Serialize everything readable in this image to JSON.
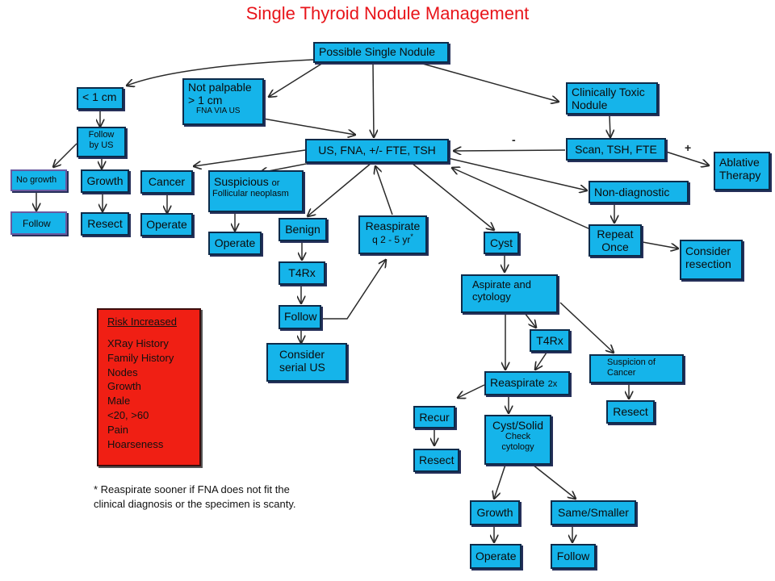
{
  "title": "Single Thyroid Nodule Management",
  "nodes": {
    "possible_single_nodule": "Possible Single Nodule",
    "lt_1cm": "< 1 cm",
    "not_palpable": [
      "Not palpable",
      "> 1 cm",
      "FNA VIA US"
    ],
    "clinically_toxic": [
      "Clinically Toxic",
      "Nodule"
    ],
    "follow_by_us": [
      "Follow",
      "by US"
    ],
    "us_fna": "US, FNA, +/- FTE, TSH",
    "scan_tsh": "Scan, TSH, FTE",
    "ablative": [
      "Ablative",
      "Therapy"
    ],
    "no_growth": "No growth",
    "growth_1": "Growth",
    "cancer": "Cancer",
    "suspicious": [
      "Suspicious",
      "or",
      "Follicular neoplasm"
    ],
    "follow_1": "Follow",
    "resect_1": "Resect",
    "operate_1": "Operate",
    "operate_2": "Operate",
    "benign": "Benign",
    "reaspirate_q2": [
      "Reaspirate",
      "q 2 - 5 yr",
      "*"
    ],
    "non_diagnostic": "Non-diagnostic",
    "repeat_once": [
      "Repeat",
      "Once"
    ],
    "consider_resection": [
      "Consider",
      "resection"
    ],
    "t4rx_1": "T4Rx",
    "cyst": "Cyst",
    "aspirate_cytology": [
      "Aspirate and",
      "cytology"
    ],
    "follow_2": "Follow",
    "consider_serial_us": [
      "Consider",
      "serial US"
    ],
    "t4rx_2": "T4Rx",
    "suspicion_cancer": [
      "Suspicion of",
      "Cancer"
    ],
    "reaspirate_2x": [
      "Reaspirate",
      "2x"
    ],
    "recur": "Recur",
    "resect_2": "Resect",
    "resect_3": "Resect",
    "cyst_solid": [
      "Cyst/Solid",
      "Check",
      "cytology"
    ],
    "growth_2": "Growth",
    "same_smaller": "Same/Smaller",
    "operate_3": "Operate",
    "follow_3": "Follow"
  },
  "signs": {
    "minus": "-",
    "plus": "+"
  },
  "risk": {
    "title": "Risk Increased",
    "items": [
      "XRay History",
      "Family History",
      "Nodes",
      "Growth",
      "Male",
      "<20, >60",
      "Pain",
      "Hoarseness"
    ]
  },
  "footnote": [
    "* Reaspirate sooner if FNA does not fit the",
    "clinical diagnosis or the specimen is scanty."
  ],
  "colors": {
    "box": "#15b4ea",
    "title": "#e8141a",
    "risk_box": "#f01f14",
    "line": "#2a2a2a"
  }
}
